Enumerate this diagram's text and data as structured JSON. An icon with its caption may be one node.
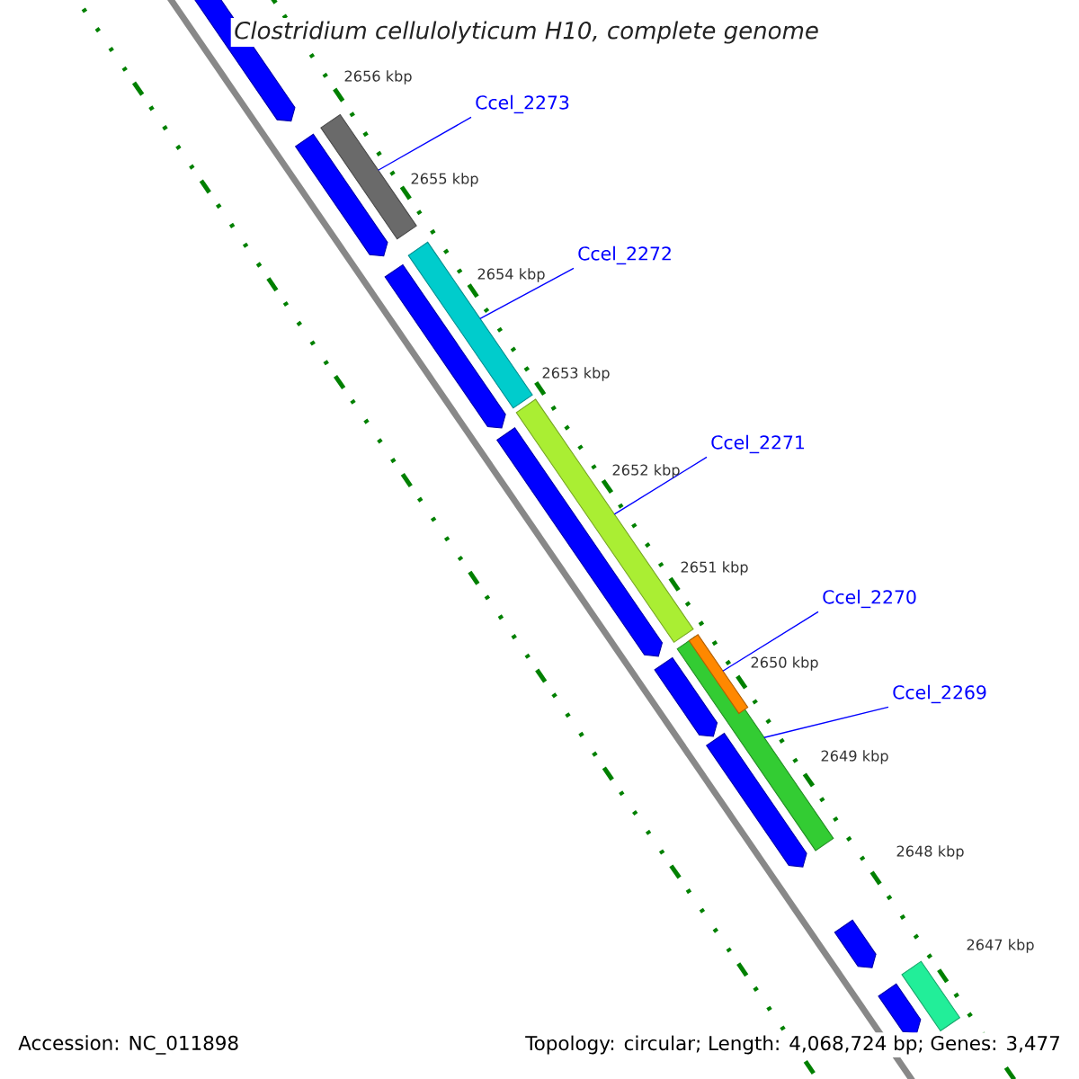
{
  "diagram": {
    "title": "*Clostridium cellulolyticum* H10, complete genome",
    "nodes": [
      {
        "text": [
          "Ccel_2273"
        ]
      },
      {
        "text": [
          "Ccel_2272"
        ]
      },
      {
        "text": [
          "Ccel_2271"
        ]
      },
      {
        "text": [
          "Ccel_2270"
        ]
      },
      {
        "text": [
          "Ccel_2269"
        ]
      },
      {
        "text": [],
        "shape": "arrow"
      },
      {
        "text": [],
        "shape": "bar"
      },
      {
        "text": [],
        "shape": "arrow"
      },
      {
        "text": [],
        "shape": "bar"
      },
      {
        "text": [],
        "shape": "arrow"
      },
      {
        "text": [],
        "shape": "bar"
      },
      {
        "text": [],
        "shape": "arrow"
      },
      {
        "text": [],
        "shape": "bar"
      },
      {
        "text": [],
        "shape": "bar",
        "in": 12
      },
      {
        "text": [],
        "shape": "arrow"
      },
      {
        "text": [],
        "shape": "arrow"
      },
      {
        "text": [],
        "shape": "arrow"
      },
      {
        "text": [],
        "shape": "arrow"
      },
      {
        "text": [],
        "shape": "bar"
      }
    ],
    "edges": [
      {
        "from": 0,
        "to": 6,
        "arrow": "none"
      },
      {
        "from": 1,
        "to": 8,
        "arrow": "none"
      },
      {
        "from": 2,
        "to": 10,
        "arrow": "none"
      },
      {
        "from": 3,
        "to": 13,
        "arrow": "none"
      },
      {
        "from": 4,
        "to": 12,
        "arrow": "none"
      }
    ],
    "labels": [
      "2656 kbp",
      "2655 kbp",
      "2654 kbp",
      "2653 kbp",
      "2652 kbp",
      "2651 kbp",
      "2650 kbp",
      "2649 kbp",
      "2648 kbp",
      "2647 kbp",
      "Accession: NC_011898",
      "Topology: circular; Length: 4,068,724 bp; Genes: 3,477"
    ]
  }
}
